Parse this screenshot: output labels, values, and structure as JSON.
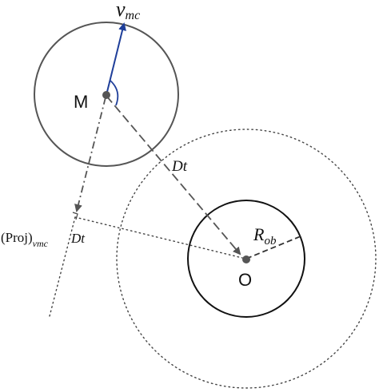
{
  "diagram": {
    "labels": {
      "velocity": "v",
      "velocity_sub": "mc",
      "point_m": "M",
      "point_o": "O",
      "dt_mid": "Dt",
      "radius": "R",
      "radius_sub": "ob",
      "proj_main": "(Proj)",
      "proj_sub": "vmc",
      "proj_dt": "Dt"
    },
    "colors": {
      "velocity_vector": "#1f3f9a",
      "outline": "#4a4a4a",
      "dashed": "#555555",
      "dotted": "#444444",
      "center_dot": "#555555"
    }
  }
}
